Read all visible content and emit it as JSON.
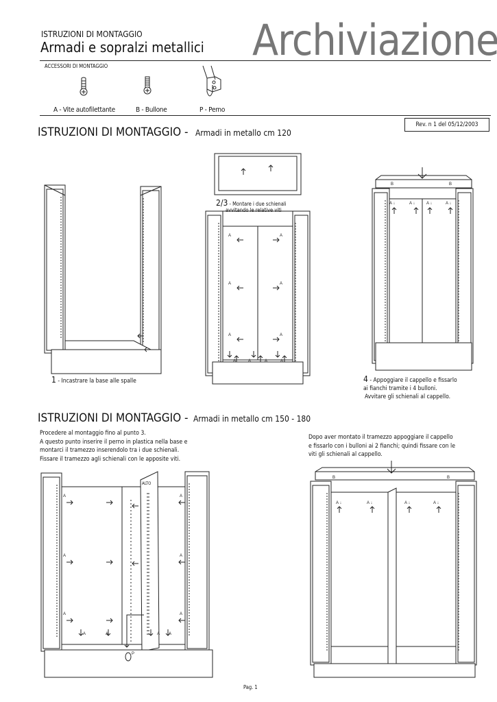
{
  "header": {
    "kicker": "ISTRUZIONI DI MONTAGGIO",
    "subtitle": "Armadi e sopralzi metallici",
    "brand": "Archiviazione"
  },
  "accessories": {
    "title": "ACCESSORI DI MONTAGGIO",
    "items": [
      {
        "icon": "self-tapping-screw-icon",
        "label": "A - Vite autofilettante"
      },
      {
        "icon": "bolt-icon",
        "label": "B - Bullone"
      },
      {
        "icon": "pin-icon",
        "label": "P - Perno"
      }
    ]
  },
  "revision": "Rev. n 1 del 05/12/2003",
  "section1": {
    "title": "ISTRUZIONI DI MONTAGGIO  -",
    "subtitle": "Armadi in metallo cm 120",
    "step1_num": "1",
    "step1_text": "- Incastrare la base alle spalle",
    "step23_num": "2/3",
    "step23_text1": "- Montare i due schienali",
    "step23_text2": "avvitando le relative viti",
    "step4_num": "4",
    "step4_lines": [
      "- Appoggiare il cappello e fissarlo",
      "ai fianchi   tramite i 4 bulloni.",
      "Avvitare  gli schienali al cappello."
    ]
  },
  "section2": {
    "title": "ISTRUZIONI DI MONTAGGIO  -",
    "subtitle": "Armadi in metallo   cm 150 - 180",
    "left_lines": [
      "Procedere al montaggio fino al  punto  3.",
      "A questo punto inserire il perno in plastica nella base e",
      "montarci il tramezzo inserendolo tra i due schienali.",
      "Fissare il tramezzo agli schienali con le apposite  viti."
    ],
    "right_lines": [
      "Dopo aver   montato il tramezzo appoggiare il cappello",
      "e fissarlo con i bulloni ai 2 fianchi; quindi fissare con le",
      "viti gli schienali al cappello."
    ],
    "alto_label": "ALTO"
  },
  "diagram_labels": {
    "a": "A",
    "b": "B",
    "p": "P"
  },
  "footer": {
    "page": "Pag. 1"
  }
}
